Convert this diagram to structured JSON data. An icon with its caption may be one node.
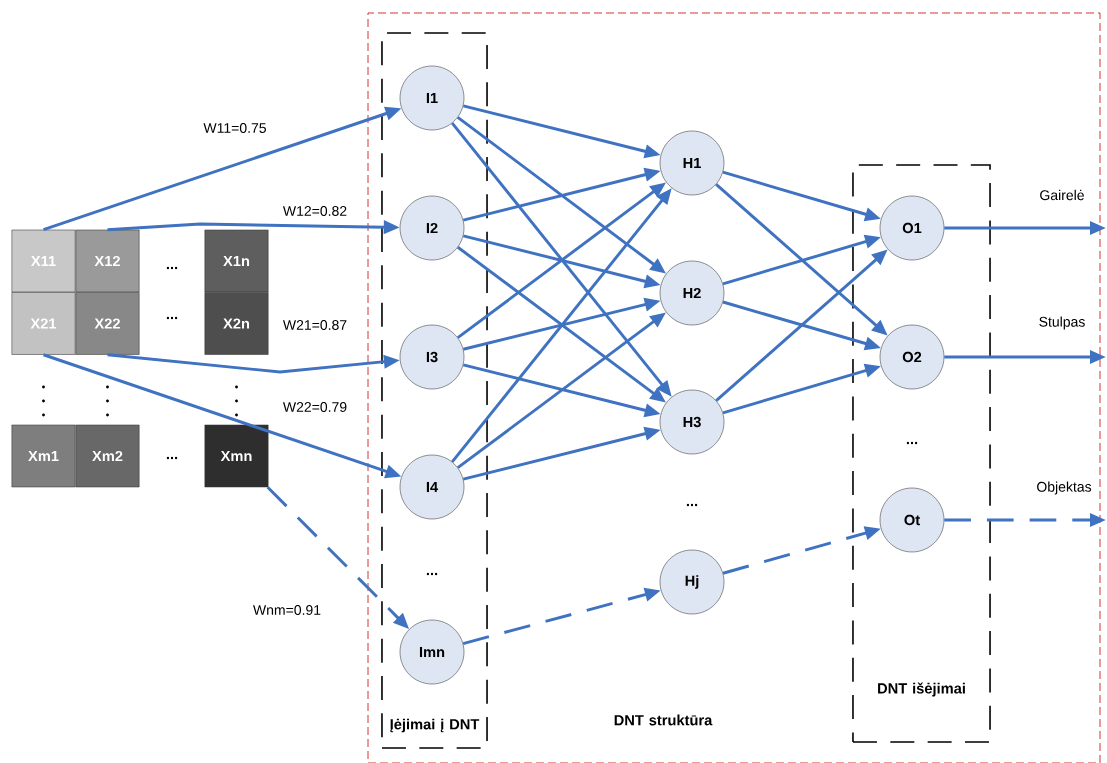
{
  "diagram": {
    "nodes": [
      {
        "text": [
          "DNT struktūra"
        ]
      },
      {
        "text": [
          "Įėjimai į DNT"
        ],
        "in": 0
      },
      {
        "text": [
          "I1"
        ],
        "in": 1
      },
      {
        "text": [
          "I2"
        ],
        "in": 1
      },
      {
        "text": [
          "I3"
        ],
        "in": 1
      },
      {
        "text": [
          "I4"
        ],
        "in": 1
      },
      {
        "text": [
          "Imn"
        ],
        "in": 1
      },
      {
        "text": [
          "H1"
        ],
        "in": 0
      },
      {
        "text": [
          "H2"
        ],
        "in": 0
      },
      {
        "text": [
          "H3"
        ],
        "in": 0
      },
      {
        "text": [
          "Hj"
        ],
        "in": 0
      },
      {
        "text": [
          "DNT išėjimai"
        ],
        "in": 0
      },
      {
        "text": [
          "O1"
        ],
        "in": 11
      },
      {
        "text": [
          "O2"
        ],
        "in": 11
      },
      {
        "text": [
          "Ot"
        ],
        "in": 11
      },
      {
        "text": [
          "X11"
        ]
      },
      {
        "text": [
          "X12"
        ]
      },
      {
        "text": [
          "X1n"
        ]
      },
      {
        "text": [
          "X21"
        ]
      },
      {
        "text": [
          "X22"
        ]
      },
      {
        "text": [
          "X2n"
        ]
      },
      {
        "text": [
          "Xm1"
        ]
      },
      {
        "text": [
          "Xm2"
        ]
      },
      {
        "text": [
          "Xmn"
        ]
      }
    ],
    "edges": [
      {
        "from": 15,
        "to": 2,
        "arrow": "to",
        "label": "W11=0.75"
      },
      {
        "from": 16,
        "to": 3,
        "arrow": "to",
        "label": "W12=0.82"
      },
      {
        "from": 19,
        "to": 4,
        "arrow": "to",
        "label": "W21=0.87"
      },
      {
        "from": 18,
        "to": 5,
        "arrow": "to",
        "label": "W22=0.79"
      },
      {
        "from": 23,
        "to": 6,
        "arrow": "to",
        "label": "Wnm=0.91",
        "style": "dashed"
      },
      {
        "from": 2,
        "to": 7,
        "arrow": "to"
      },
      {
        "from": 2,
        "to": 8,
        "arrow": "to"
      },
      {
        "from": 2,
        "to": 9,
        "arrow": "to"
      },
      {
        "from": 3,
        "to": 7,
        "arrow": "to"
      },
      {
        "from": 3,
        "to": 8,
        "arrow": "to"
      },
      {
        "from": 3,
        "to": 9,
        "arrow": "to"
      },
      {
        "from": 4,
        "to": 7,
        "arrow": "to"
      },
      {
        "from": 4,
        "to": 8,
        "arrow": "to"
      },
      {
        "from": 4,
        "to": 9,
        "arrow": "to"
      },
      {
        "from": 5,
        "to": 7,
        "arrow": "to"
      },
      {
        "from": 5,
        "to": 8,
        "arrow": "to"
      },
      {
        "from": 5,
        "to": 9,
        "arrow": "to"
      },
      {
        "from": 6,
        "to": 10,
        "arrow": "to",
        "style": "dashed"
      },
      {
        "from": 7,
        "to": 12,
        "arrow": "to"
      },
      {
        "from": 7,
        "to": 13,
        "arrow": "to"
      },
      {
        "from": 8,
        "to": 12,
        "arrow": "to"
      },
      {
        "from": 8,
        "to": 13,
        "arrow": "to"
      },
      {
        "from": 9,
        "to": 12,
        "arrow": "to"
      },
      {
        "from": 9,
        "to": 13,
        "arrow": "to"
      },
      {
        "from": 10,
        "to": 14,
        "arrow": "to",
        "style": "dashed"
      },
      {
        "from": 12,
        "to": null,
        "arrow": "to",
        "label": "Gairelė"
      },
      {
        "from": 13,
        "to": null,
        "arrow": "to",
        "label": "Stulpas"
      },
      {
        "from": 14,
        "to": null,
        "arrow": "to",
        "label": "Objektas",
        "style": "dashed"
      }
    ],
    "labels": [
      "...",
      "...",
      "...",
      "...",
      "...",
      "..."
    ]
  }
}
